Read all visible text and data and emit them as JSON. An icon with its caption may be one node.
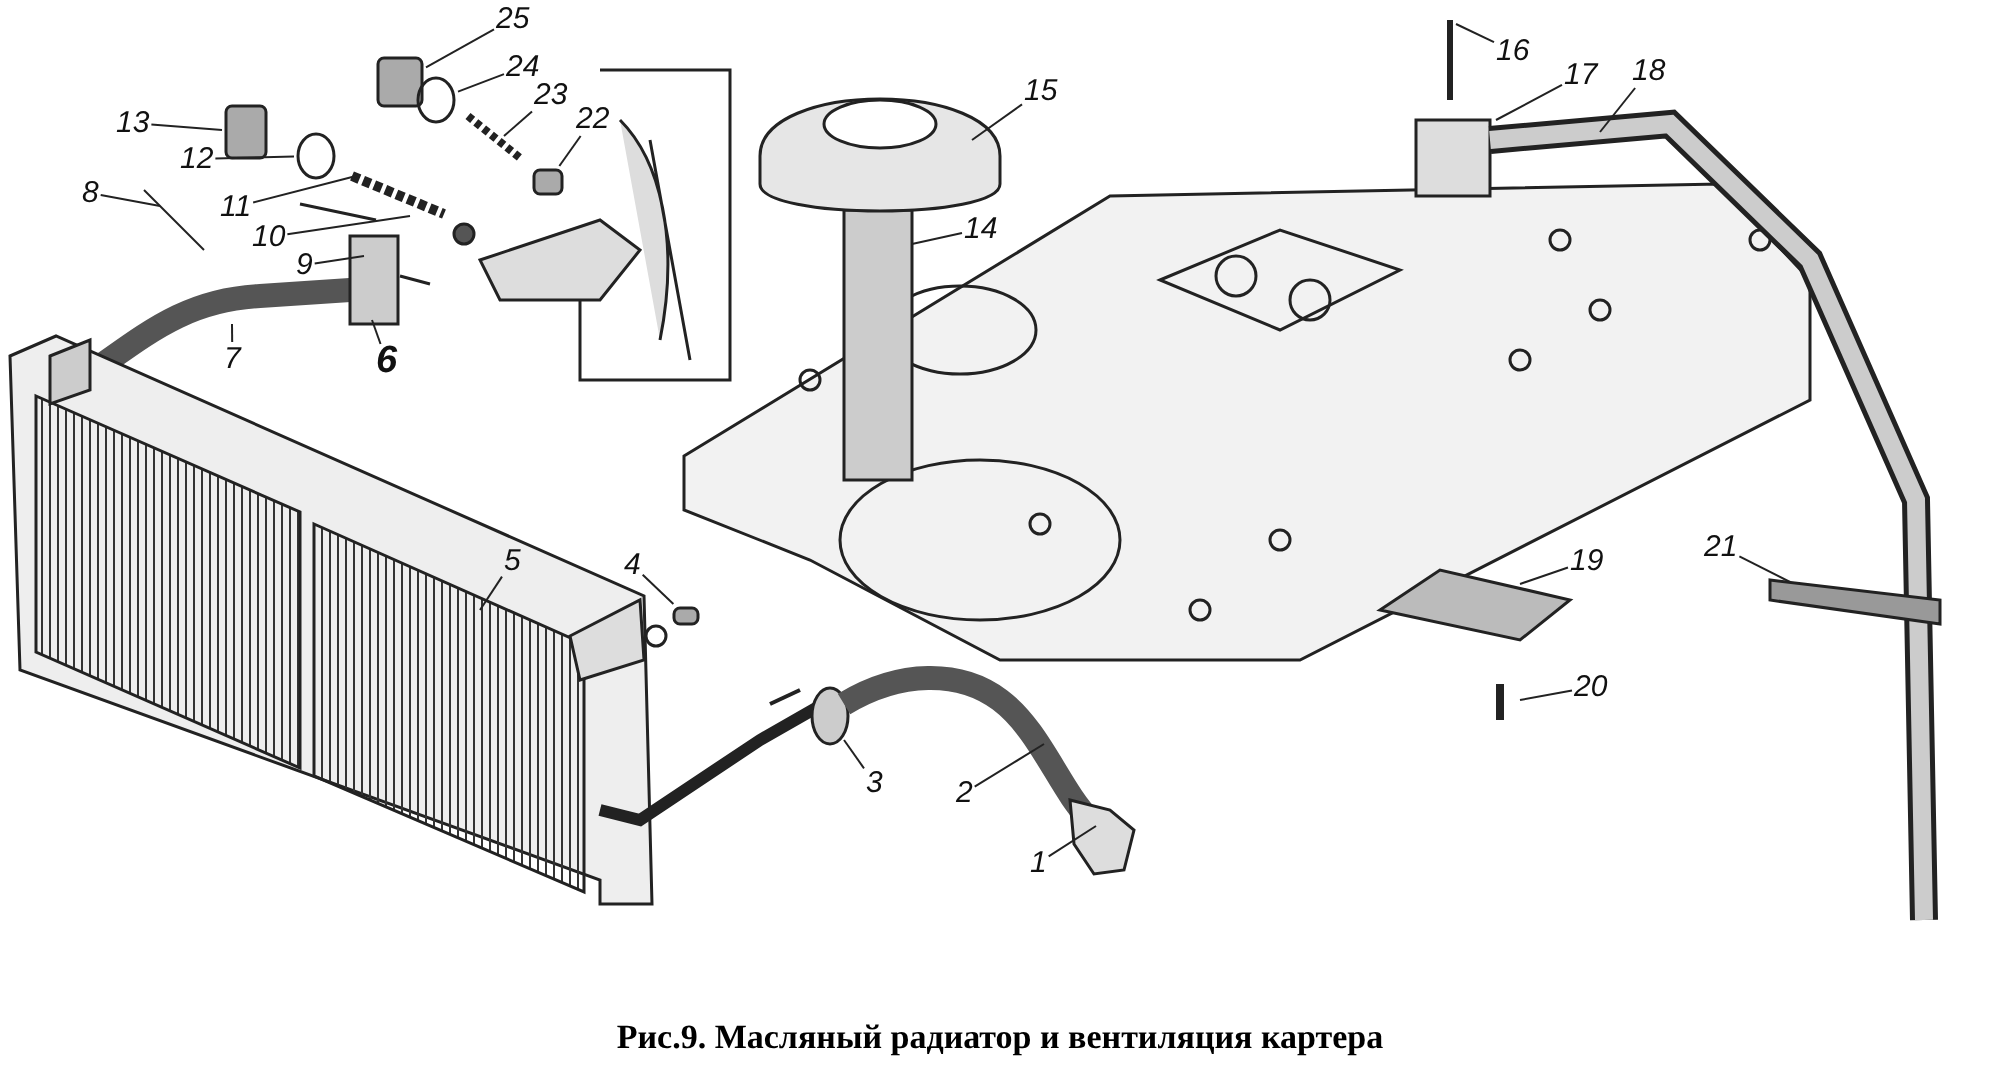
{
  "diagram": {
    "caption": "Рис.9. Масляный радиатор и вентиляция картера",
    "nodes": [
      {
        "text": [
          "1"
        ]
      },
      {
        "text": [
          "2"
        ]
      },
      {
        "text": [
          "3"
        ]
      },
      {
        "text": [
          "4"
        ]
      },
      {
        "text": [
          "5"
        ]
      },
      {
        "text": [
          "6"
        ]
      },
      {
        "text": [
          "7"
        ]
      },
      {
        "text": [
          "8"
        ]
      },
      {
        "text": [
          "9"
        ]
      },
      {
        "text": [
          "10"
        ]
      },
      {
        "text": [
          "11"
        ]
      },
      {
        "text": [
          "12"
        ]
      },
      {
        "text": [
          "13"
        ]
      },
      {
        "text": [
          "14"
        ]
      },
      {
        "text": [
          "15"
        ]
      },
      {
        "text": [
          "16"
        ]
      },
      {
        "text": [
          "17"
        ]
      },
      {
        "text": [
          "18"
        ]
      },
      {
        "text": [
          "19"
        ]
      },
      {
        "text": [
          "20"
        ]
      },
      {
        "text": [
          "21"
        ]
      },
      {
        "text": [
          "22"
        ]
      },
      {
        "text": [
          "23"
        ]
      },
      {
        "text": [
          "24"
        ]
      },
      {
        "text": [
          "25"
        ]
      },
      {
        "text": [],
        "shape": "line"
      },
      {
        "text": [],
        "shape": "circle"
      },
      {
        "text": [],
        "shape": "box"
      },
      {
        "text": [],
        "shape": "circle"
      },
      {
        "text": [],
        "shape": "box"
      },
      {
        "text": [],
        "shape": "box"
      },
      {
        "text": [],
        "shape": "box"
      }
    ],
    "edges": [
      {
        "from": 0,
        "to": null,
        "arrow": "none"
      },
      {
        "from": 1,
        "to": null,
        "arrow": "none"
      },
      {
        "from": 2,
        "to": null,
        "arrow": "none"
      },
      {
        "from": 3,
        "to": 31,
        "arrow": "none"
      },
      {
        "from": 4,
        "to": null,
        "arrow": "none"
      },
      {
        "from": 5,
        "to": null,
        "arrow": "none"
      },
      {
        "from": 6,
        "to": null,
        "arrow": "none"
      },
      {
        "from": 7,
        "to": 25,
        "arrow": "none"
      },
      {
        "from": 8,
        "to": null,
        "arrow": "none"
      },
      {
        "from": 9,
        "to": null,
        "arrow": "none"
      },
      {
        "from": 10,
        "to": null,
        "arrow": "none"
      },
      {
        "from": 11,
        "to": 26,
        "arrow": "none"
      },
      {
        "from": 12,
        "to": 30,
        "arrow": "none"
      },
      {
        "from": 13,
        "to": null,
        "arrow": "none"
      },
      {
        "from": 14,
        "to": null,
        "arrow": "none"
      },
      {
        "from": 15,
        "to": null,
        "arrow": "none"
      },
      {
        "from": 16,
        "to": null,
        "arrow": "none"
      },
      {
        "from": 17,
        "to": null,
        "arrow": "none"
      },
      {
        "from": 18,
        "to": null,
        "arrow": "none"
      },
      {
        "from": 19,
        "to": null,
        "arrow": "none"
      },
      {
        "from": 20,
        "to": null,
        "arrow": "none"
      },
      {
        "from": 21,
        "to": 29,
        "arrow": "none"
      },
      {
        "from": 22,
        "to": null,
        "arrow": "none"
      },
      {
        "from": 23,
        "to": 28,
        "arrow": "none"
      },
      {
        "from": 24,
        "to": 27,
        "arrow": "none"
      }
    ]
  }
}
